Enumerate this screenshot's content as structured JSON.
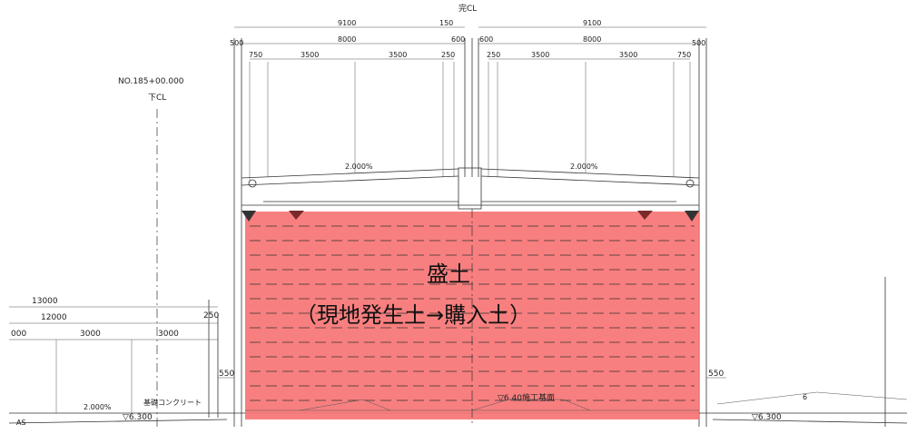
{
  "top_centerline_label": "完CL",
  "left_station": "NO.185+00.000",
  "left_centerline_label": "下CL",
  "top_dims_left": [
    "500",
    "9100",
    "8000",
    "750",
    "3500",
    "3500",
    "250",
    "600"
  ],
  "top_dims_center": "150",
  "top_dims_right": [
    "600",
    "9100",
    "8000",
    "250",
    "3500",
    "3500",
    "750",
    "500"
  ],
  "slope_left": "2.000%",
  "slope_right": "2.000%",
  "left_dims": {
    "d13000": "13000",
    "d12000": "12000",
    "d250": "250",
    "d000": "000",
    "d3000a": "3000",
    "d3000b": "3000",
    "d550": "550",
    "slope": "2.000%",
    "foundation": "基礎コンクリート",
    "level": "▽6.300",
    "as": "AS"
  },
  "right_dims": {
    "d550": "550",
    "level": "▽6.300",
    "mark": "6"
  },
  "construction_base": "▽6.40施工基面",
  "fill_title": "盛土",
  "fill_subtitle": "（現地発生土→購入土）",
  "colors": {
    "fill_highlight": "#f77474",
    "line": "#333333"
  }
}
